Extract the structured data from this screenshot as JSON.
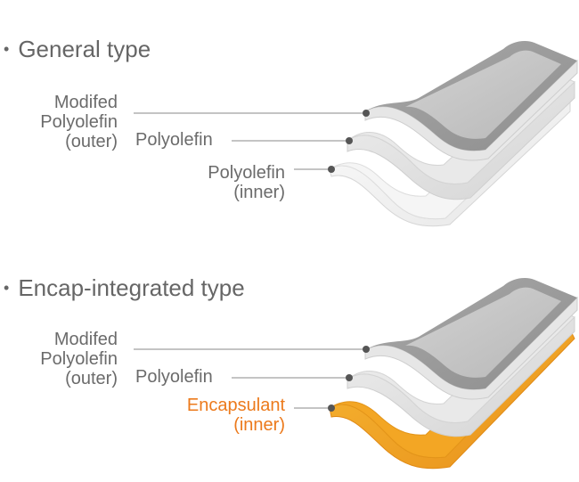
{
  "sections": [
    {
      "heading": "General type",
      "layers": [
        {
          "line1": "Modifed",
          "line2": "Polyolefin",
          "line3": "(outer)"
        },
        {
          "line1": "Polyolefin"
        },
        {
          "line1": "Polyolefin",
          "line2": "(inner)"
        }
      ]
    },
    {
      "heading": "Encap-integrated type",
      "layers": [
        {
          "line1": "Modifed",
          "line2": "Polyolefin",
          "line3": "(outer)"
        },
        {
          "line1": "Polyolefin"
        },
        {
          "line1": "Encapsulant",
          "line2": "(inner)"
        }
      ]
    }
  ],
  "bullet": "•",
  "colors": {
    "text": "#6b6b6b",
    "accent_orange": "#ec7a1c",
    "outer_layer": "#b3b3b3",
    "middle_layer": "#e3e3e3",
    "inner_layer": "#f2f2f2",
    "encapsulant_layer": "#f0a51c",
    "leader_line": "#8a8a8a"
  }
}
